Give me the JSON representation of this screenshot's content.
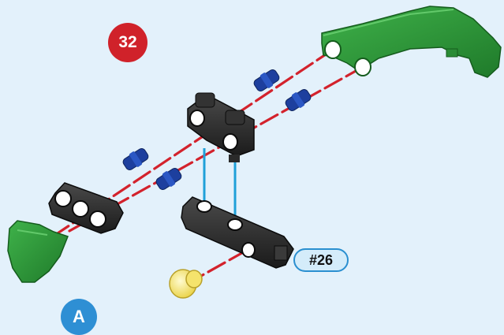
{
  "step": {
    "number": "32"
  },
  "part_reference": {
    "label": "#26"
  },
  "sub_assembly": {
    "label": "A"
  },
  "colors": {
    "background": "#e3f1fb",
    "step_badge": "#d0222a",
    "sub_badge": "#2e8fd4",
    "green_part": "#2f9a3b",
    "black_part": "#262626",
    "blue_pin": "#1d3f9e",
    "yellow_part": "#f2e05c",
    "guide_line_red": "#d3222c",
    "guide_line_blue": "#1fa0d8"
  }
}
